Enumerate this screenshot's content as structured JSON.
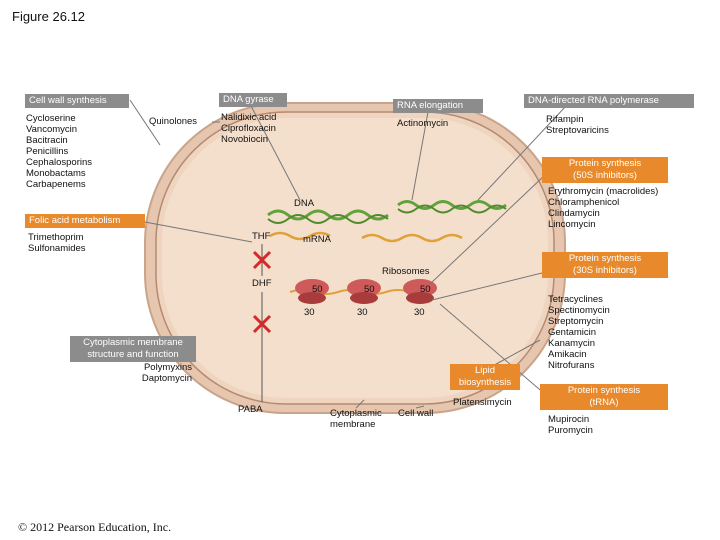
{
  "figure_title": "Figure 26.12",
  "copyright": "© 2012 Pearson Education, Inc.",
  "colors": {
    "grey_box": "#8c8c8c",
    "orange_box": "#e8892b",
    "cell_fill": "#f3dcc4",
    "cell_wall": "#d8b7a0",
    "ribosome": "#cf5a5a",
    "dna_green": "#62a23c",
    "mrna_orange": "#e0a13a",
    "block_red": "#d42a2a"
  },
  "cell_wall_synthesis": {
    "heading": "Cell wall synthesis",
    "drugs": [
      "Cycloserine",
      "Vancomycin",
      "Bacitracin",
      "Penicillins",
      "Cephalosporins",
      "Monobactams",
      "Carbapenems"
    ]
  },
  "dna_gyrase": {
    "heading": "DNA gyrase",
    "class_label": "Quinolones",
    "drugs": [
      "Nalidixic acid",
      "Ciprofloxacin",
      "Novobiocin"
    ]
  },
  "rna_elongation": {
    "heading": "RNA elongation",
    "drugs": [
      "Actinomycin"
    ]
  },
  "dna_directed_rna_polymerase": {
    "heading": "DNA-directed RNA polymerase",
    "drugs": [
      "Rifampin",
      "Streptovaricins"
    ]
  },
  "protein_50s": {
    "heading_line1": "Protein synthesis",
    "heading_line2": "(50S inhibitors)",
    "drugs": [
      "Erythromycin (macrolides)",
      "Chloramphenicol",
      "Clindamycin",
      "Lincomycin"
    ]
  },
  "folic_acid": {
    "heading": "Folic acid metabolism",
    "drugs": [
      "Trimethoprim",
      "Sulfonamides"
    ]
  },
  "protein_30s": {
    "heading_line1": "Protein synthesis",
    "heading_line2": "(30S inhibitors)",
    "drugs": [
      "Tetracyclines",
      "Spectinomycin",
      "Streptomycin",
      "Gentamicin",
      "Kanamycin",
      "Amikacin",
      "Nitrofurans"
    ]
  },
  "membrane": {
    "heading_line1": "Cytoplasmic membrane",
    "heading_line2": "structure and function",
    "drugs": [
      "Polymyxins",
      "Daptomycin"
    ]
  },
  "lipid": {
    "heading_line1": "Lipid",
    "heading_line2": "biosynthesis",
    "drugs": [
      "Platensimycin"
    ]
  },
  "protein_trna": {
    "heading_line1": "Protein synthesis",
    "heading_line2": "(tRNA)",
    "drugs": [
      "Mupirocin",
      "Puromycin"
    ]
  },
  "cell_labels": {
    "dna": "DNA",
    "mrna": "mRNA",
    "thf": "THF",
    "dhf": "DHF",
    "paba": "PABA",
    "ribosomes": "Ribosomes",
    "large_subunit": "50",
    "small_subunit": "30",
    "cytoplasmic_membrane_line1": "Cytoplasmic",
    "cytoplasmic_membrane_line2": "membrane",
    "cell_wall": "Cell wall"
  }
}
